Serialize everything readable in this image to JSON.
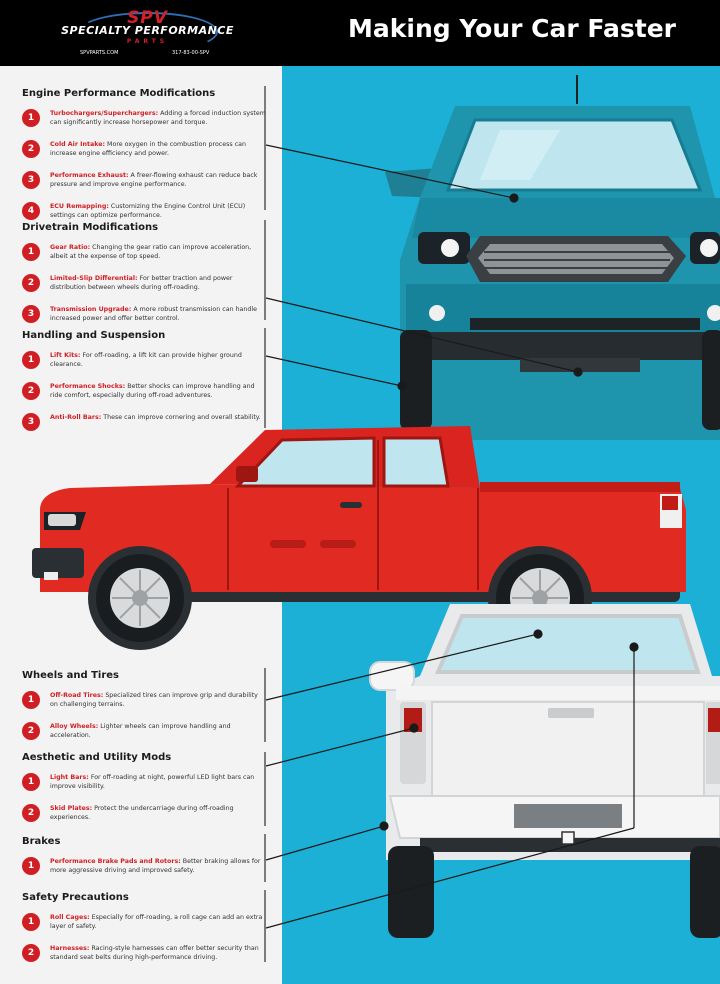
{
  "header": {
    "logo_brand": "SPV",
    "logo_name": "SPECIALTY PERFORMANCE",
    "logo_tagline": "PARTS",
    "logo_website": "SPVPARTS.COM",
    "logo_phone": "317-83-00-SPV",
    "title": "Making Your Car Faster"
  },
  "colors": {
    "accent": "#d01f24",
    "panel_blue": "#1cb0d6",
    "header_bg": "#000000"
  },
  "sections": [
    {
      "title": "Engine Performance Modifications",
      "items": [
        {
          "num": "1",
          "term": "Turbochargers/Superchargers:",
          "desc": "Adding a forced induction system can significantly increase horsepower and torque."
        },
        {
          "num": "2",
          "term": "Cold Air Intake:",
          "desc": "More oxygen in the combustion process can increase engine efficiency and power."
        },
        {
          "num": "3",
          "term": "Performance Exhaust:",
          "desc": "A freer-flowing exhaust can reduce back pressure and improve engine performance."
        },
        {
          "num": "4",
          "term": "ECU Remapping:",
          "desc": "Customizing the Engine Control Unit (ECU) settings can optimize performance."
        }
      ]
    },
    {
      "title": "Drivetrain Modifications",
      "items": [
        {
          "num": "1",
          "term": "Gear Ratio:",
          "desc": "Changing the gear ratio can improve acceleration, albeit at the expense of top speed."
        },
        {
          "num": "2",
          "term": "Limited-Slip Differential:",
          "desc": "For better traction and power distribution between wheels during off-roading."
        },
        {
          "num": "3",
          "term": "Transmission Upgrade:",
          "desc": "A more robust transmission can handle increased power and offer better control."
        }
      ]
    },
    {
      "title": "Handling and Suspension",
      "items": [
        {
          "num": "1",
          "term": "Lift Kits:",
          "desc": "For off-roading, a lift kit can provide higher ground clearance."
        },
        {
          "num": "2",
          "term": "Performance Shocks:",
          "desc": "Better shocks can improve handling and ride comfort, especially during off-road adventures."
        },
        {
          "num": "3",
          "term": "Anti-Roll Bars:",
          "desc": "These can improve cornering and overall stability."
        }
      ]
    },
    {
      "title": "Wheels and Tires",
      "items": [
        {
          "num": "1",
          "term": "Off-Road Tires:",
          "desc": "Specialized tires can improve grip and durability on challenging terrains."
        },
        {
          "num": "2",
          "term": "Alloy Wheels:",
          "desc": "Lighter wheels can improve handling and acceleration."
        }
      ]
    },
    {
      "title": "Aesthetic and Utility Mods",
      "items": [
        {
          "num": "1",
          "term": "Light Bars:",
          "desc": "For off-roading at night, powerful LED light bars can improve visibility."
        },
        {
          "num": "2",
          "term": "Skid Plates:",
          "desc": "Protect the undercarriage during off-roading experiences."
        }
      ]
    },
    {
      "title": "Brakes",
      "items": [
        {
          "num": "1",
          "term": "Performance Brake Pads and Rotors:",
          "desc": "Better braking allows for more aggressive driving and improved safety."
        }
      ]
    },
    {
      "title": "Safety Precautions",
      "items": [
        {
          "num": "1",
          "term": "Roll Cages:",
          "desc": "Especially for off-roading, a roll cage can add an extra layer of safety."
        },
        {
          "num": "2",
          "term": "Harnesses:",
          "desc": "Racing-style harnesses can offer better security than standard seat belts during high-performance driving."
        }
      ]
    }
  ]
}
